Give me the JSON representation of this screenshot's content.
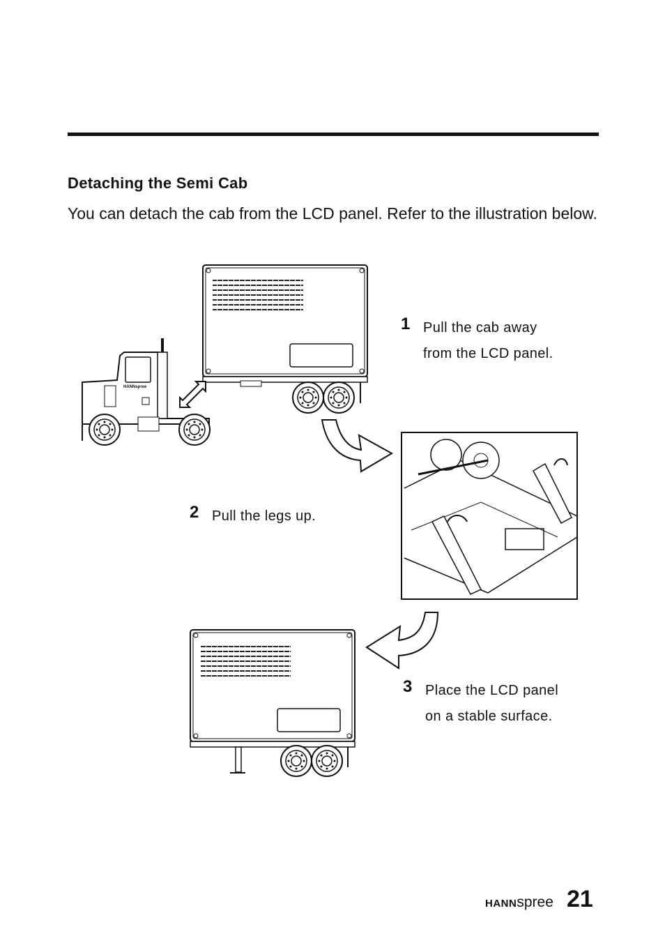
{
  "heading": "Detaching the Semi Cab",
  "intro": "You can detach the cab from the LCD panel. Refer to the illustration below.",
  "steps": [
    {
      "number": "1",
      "lines": [
        "Pull the cab away",
        "from the LCD panel."
      ]
    },
    {
      "number": "2",
      "lines": [
        "Pull the legs up."
      ]
    },
    {
      "number": "3",
      "lines": [
        "Place the LCD panel",
        "on a stable surface."
      ]
    }
  ],
  "cab_logo": "HANNspree",
  "footer": {
    "brand_bold": "HANN",
    "brand_light": "spree",
    "page_number": "21"
  }
}
